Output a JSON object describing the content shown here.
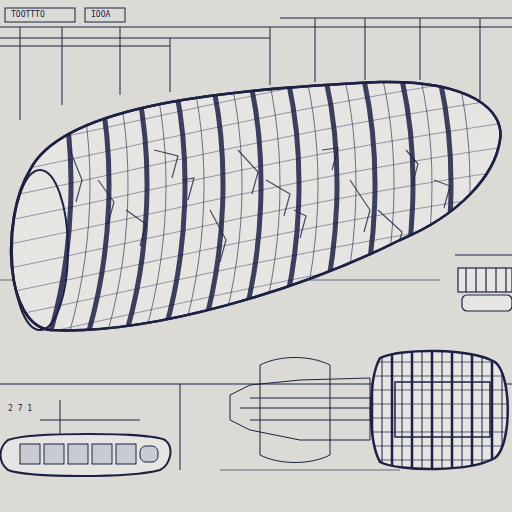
{
  "diagram": {
    "labels": [
      "TOOTTTO",
      "IOOA",
      "2 7 1"
    ]
  }
}
